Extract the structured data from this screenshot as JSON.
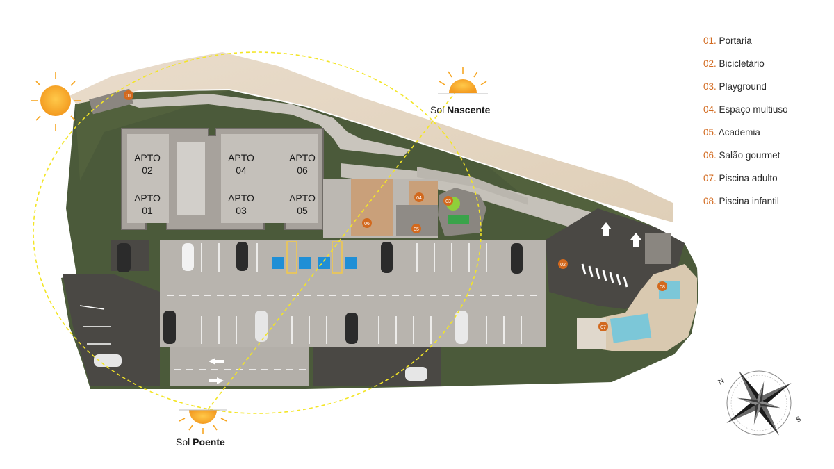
{
  "legend": [
    {
      "num": "01.",
      "label": "Portaria"
    },
    {
      "num": "02.",
      "label": "Bicicletário"
    },
    {
      "num": "03.",
      "label": "Playground"
    },
    {
      "num": "04.",
      "label": "Espaço multiuso"
    },
    {
      "num": "05.",
      "label": "Academia"
    },
    {
      "num": "06.",
      "label": "Salão gourmet"
    },
    {
      "num": "07.",
      "label": "Piscina adulto"
    },
    {
      "num": "08.",
      "label": "Piscina infantil"
    }
  ],
  "sunrise": {
    "prefix": "Sol",
    "word": "Nascente"
  },
  "sunset": {
    "prefix": "Sol",
    "word": "Poente"
  },
  "apartments": [
    {
      "line1": "APTO",
      "line2": "02"
    },
    {
      "line1": "APTO",
      "line2": "01"
    },
    {
      "line1": "APTO",
      "line2": "04"
    },
    {
      "line1": "APTO",
      "line2": "03"
    },
    {
      "line1": "APTO",
      "line2": "06"
    },
    {
      "line1": "APTO",
      "line2": "05"
    }
  ],
  "markers": [
    "01",
    "02",
    "03",
    "04",
    "05",
    "06",
    "07",
    "08"
  ],
  "compass": {
    "north": "N",
    "south": "S"
  },
  "colors": {
    "accent": "#d2691e",
    "sun": "#f6a623",
    "sun_path": "#f3e526",
    "grass": "#4b5a3a",
    "pavement": "#b8b4ae",
    "accessible": "#1f8fd6"
  }
}
